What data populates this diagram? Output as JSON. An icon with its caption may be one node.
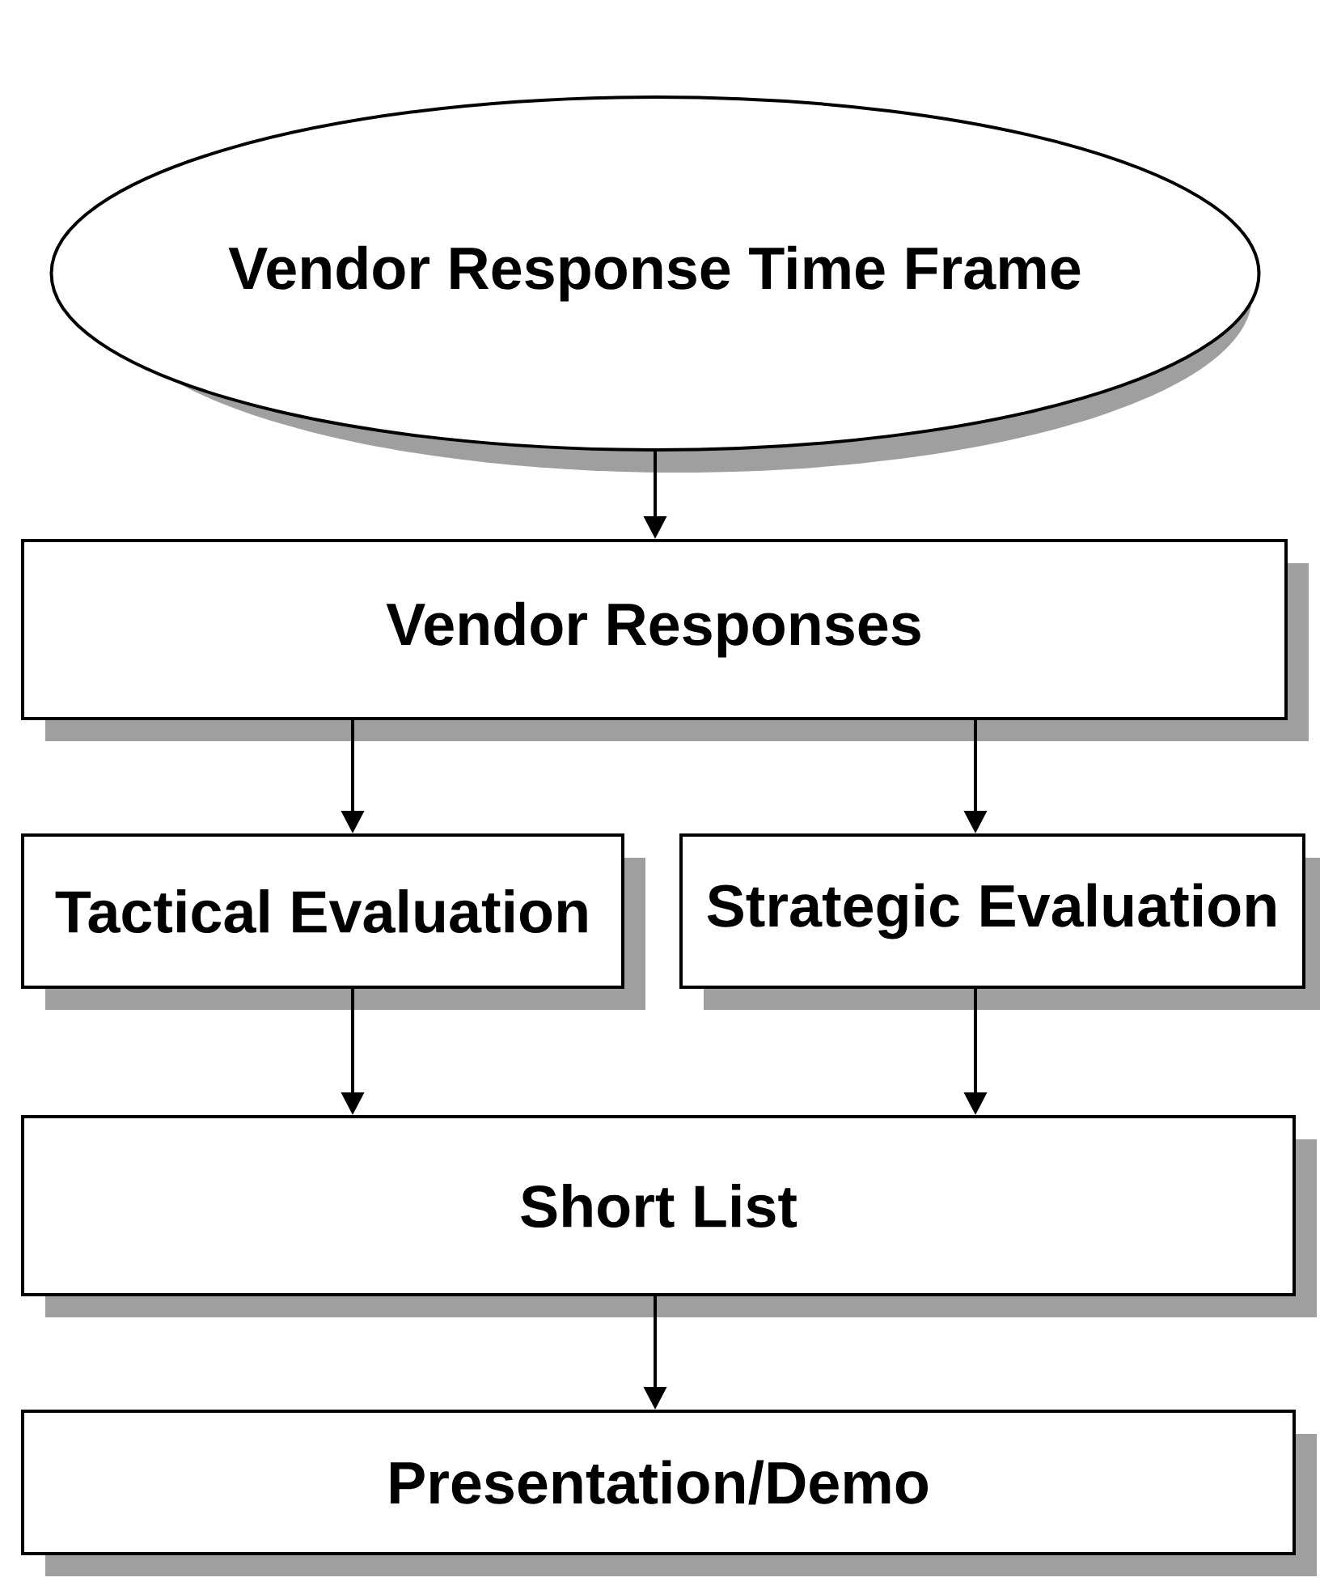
{
  "diagram": {
    "nodes": [
      {
        "text": [
          "Vendor Response Time Frame"
        ]
      },
      {
        "text": [
          "Vendor Responses"
        ]
      },
      {
        "text": [
          "Tactical Evaluation"
        ]
      },
      {
        "text": [
          "Strategic Evaluation"
        ]
      },
      {
        "text": [
          "Short List"
        ]
      },
      {
        "text": [
          "Presentation/Demo"
        ]
      }
    ],
    "edges": [
      {
        "from": 0,
        "to": 1,
        "arrow": "to"
      },
      {
        "from": 1,
        "to": 2,
        "arrow": "to"
      },
      {
        "from": 1,
        "to": 3,
        "arrow": "to"
      },
      {
        "from": 2,
        "to": 4,
        "arrow": "to"
      },
      {
        "from": 3,
        "to": 4,
        "arrow": "to"
      },
      {
        "from": 4,
        "to": 5,
        "arrow": "to"
      }
    ]
  }
}
